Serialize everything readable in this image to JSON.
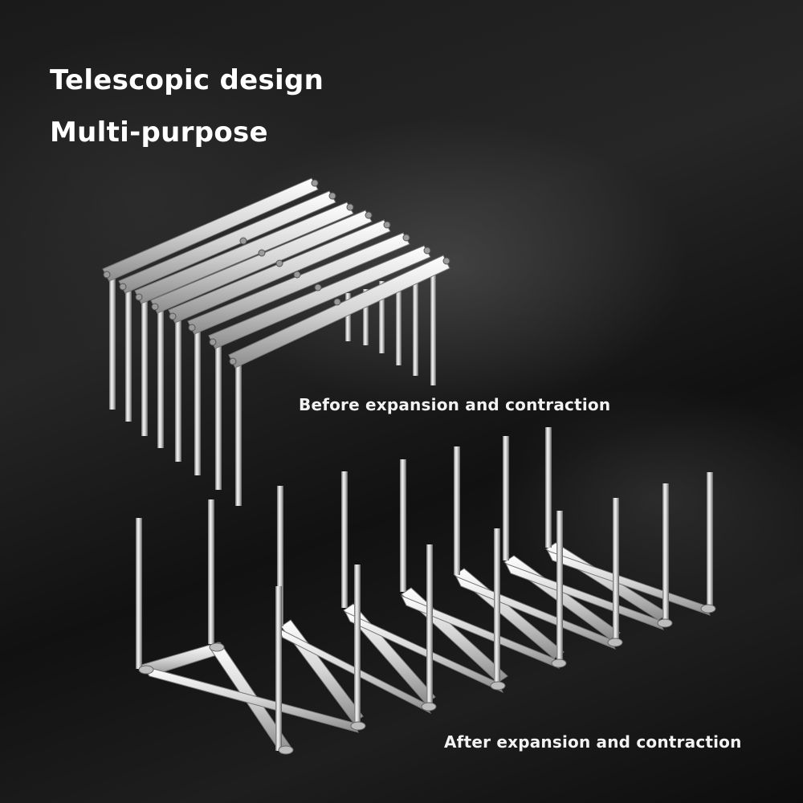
{
  "headline": {
    "line1": "Telescopic design",
    "line2": "Multi-purpose"
  },
  "captions": {
    "before": "Before expansion and contraction",
    "after": "After expansion and contraction"
  },
  "colors": {
    "background": "#141414",
    "text": "#ffffff",
    "steel_light": "#f4f4f4",
    "steel_dark": "#8a8a8a"
  }
}
